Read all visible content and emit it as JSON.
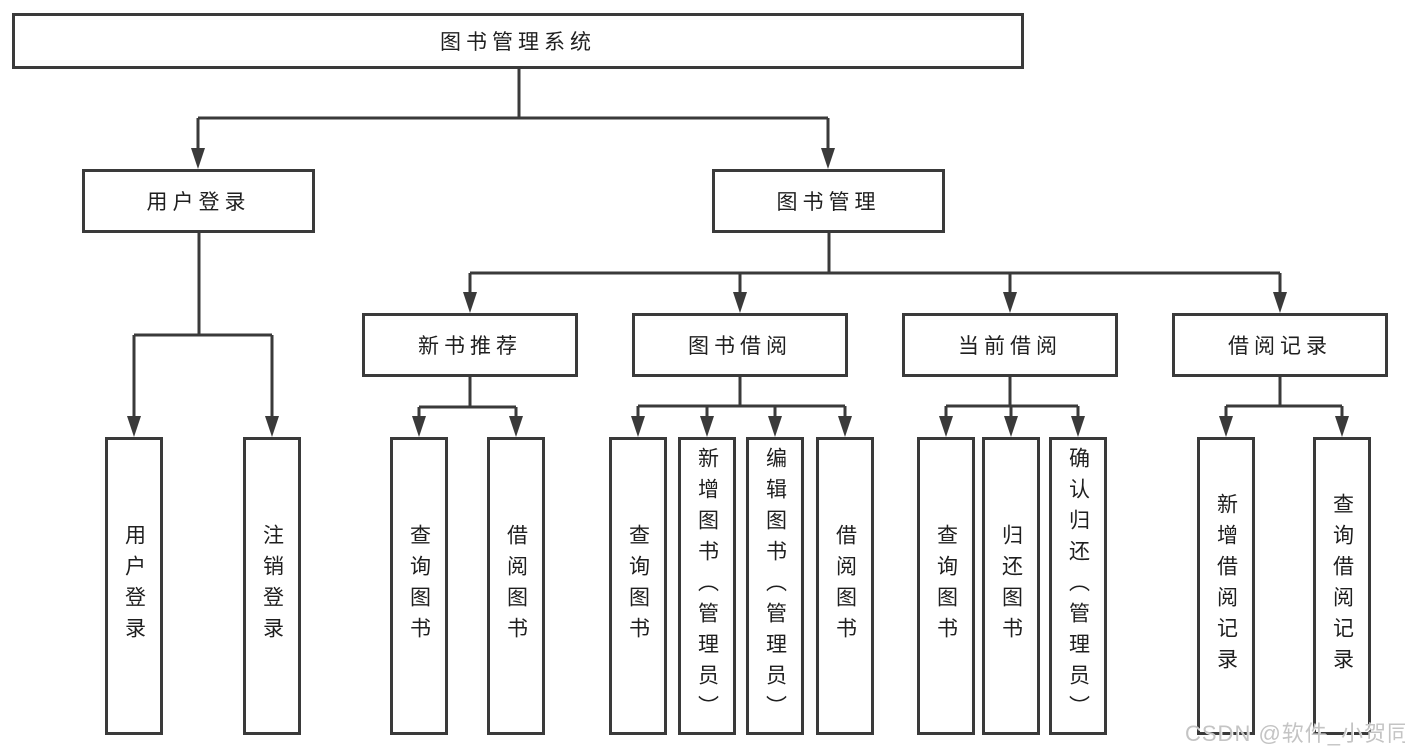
{
  "tree": {
    "root": {
      "label": "图书管理系统",
      "children": [
        {
          "label": "用户登录",
          "children": [
            {
              "label": "用户登录"
            },
            {
              "label": "注销登录"
            }
          ]
        },
        {
          "label": "图书管理",
          "children": [
            {
              "label": "新书推荐",
              "children": [
                {
                  "label": "查询图书"
                },
                {
                  "label": "借阅图书"
                }
              ]
            },
            {
              "label": "图书借阅",
              "children": [
                {
                  "label": "查询图书"
                },
                {
                  "label": "新增图书（管理员）"
                },
                {
                  "label": "编辑图书（管理员）"
                },
                {
                  "label": "借阅图书"
                }
              ]
            },
            {
              "label": "当前借阅",
              "children": [
                {
                  "label": "查询图书"
                },
                {
                  "label": "归还图书"
                },
                {
                  "label": "确认归还（管理员）"
                }
              ]
            },
            {
              "label": "借阅记录",
              "children": [
                {
                  "label": "新增借阅记录"
                },
                {
                  "label": "查询借阅记录"
                }
              ]
            }
          ]
        }
      ]
    }
  },
  "watermark": "CSDN @软件_小贺同学",
  "colors": {
    "line": "#3a3a3a",
    "text": "#1f1f1f",
    "watermark": "#c4c4c4",
    "background": "#ffffff"
  }
}
